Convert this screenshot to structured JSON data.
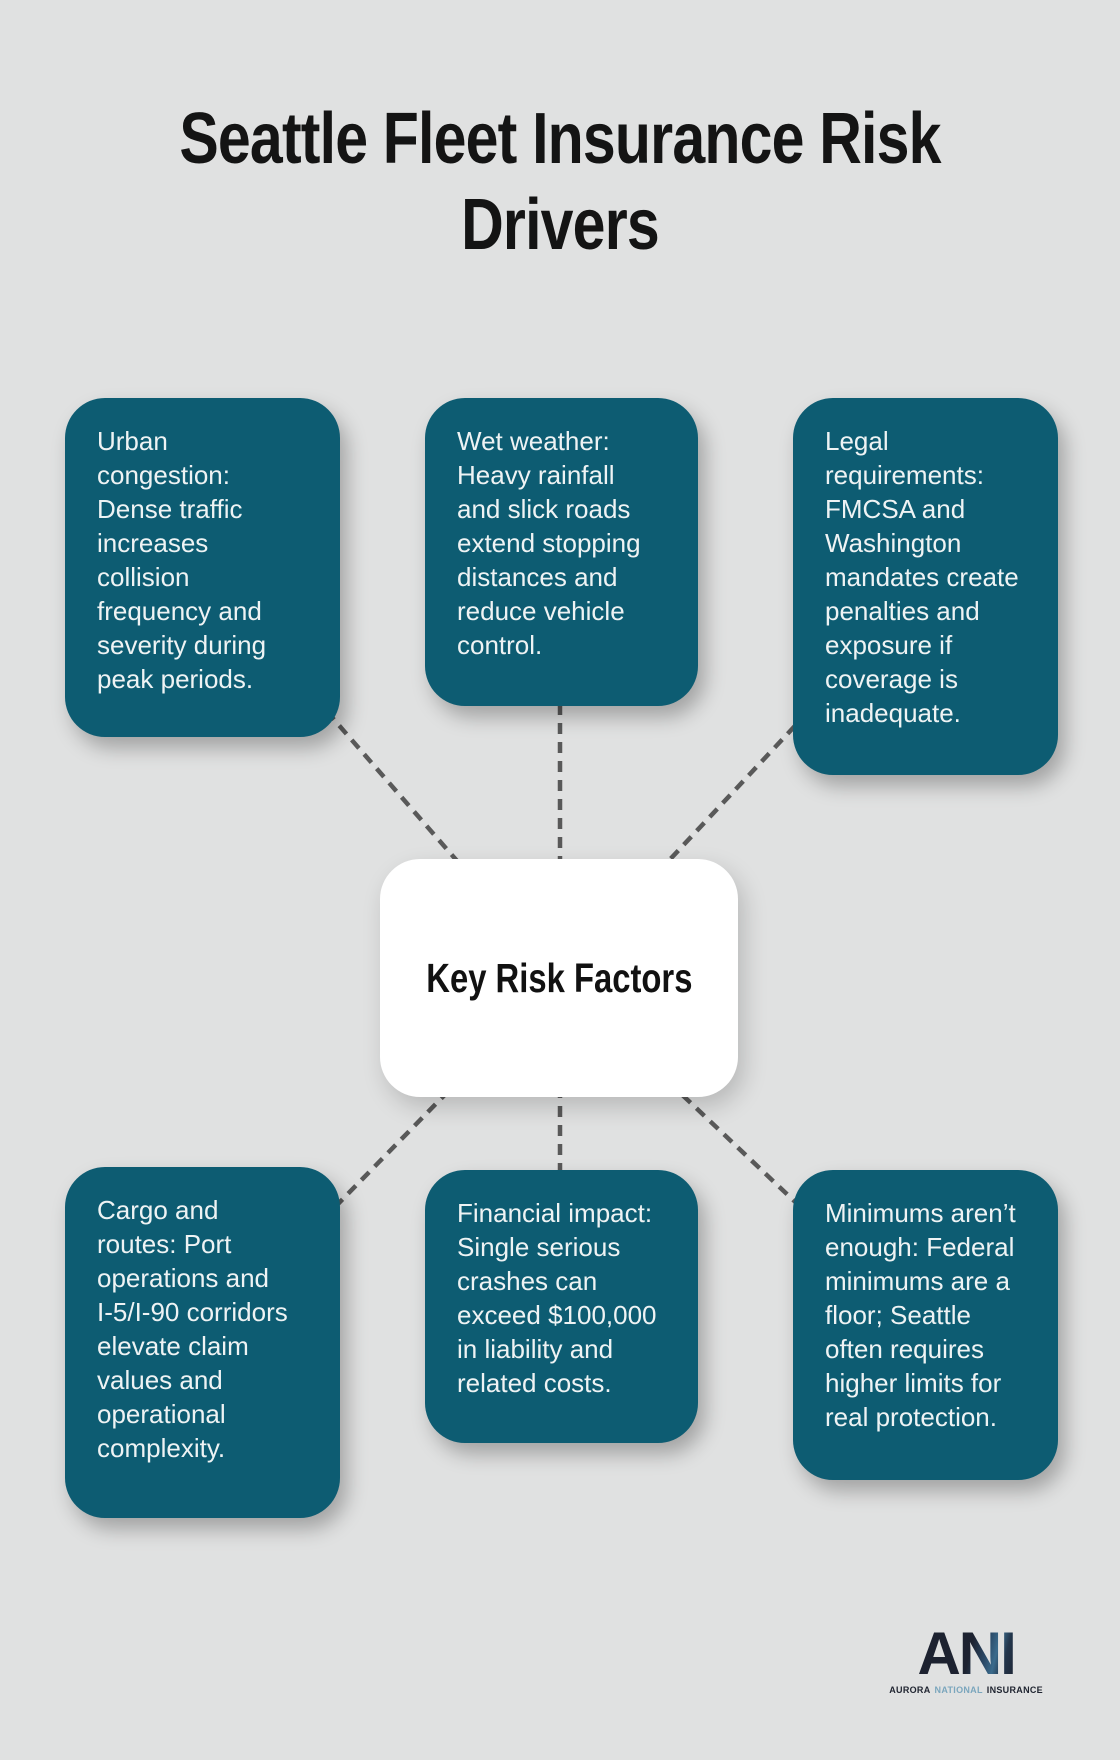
{
  "page": {
    "title": "Seattle Fleet Insurance Risk\nDrivers"
  },
  "center_node": {
    "label": "Key Risk Factors"
  },
  "factor_nodes": [
    {
      "name": "urban-congestion",
      "text": "Urban\ncongestion:\nDense traffic\nincreases\ncollision\nfrequency and\nseverity during\npeak periods."
    },
    {
      "name": "wet-weather",
      "text": "Wet weather:\nHeavy rainfall\nand slick roads\nextend stopping\ndistances and\nreduce vehicle\ncontrol."
    },
    {
      "name": "legal-requirements",
      "text": "Legal\nrequirements:\nFMCSA and\nWashington\nmandates create\npenalties and\nexposure if\ncoverage is\ninadequate."
    },
    {
      "name": "cargo-and-routes",
      "text": "Cargo and\nroutes: Port\noperations and\nI-5/I-90 corridors\nelevate claim\nvalues and\noperational\ncomplexity."
    },
    {
      "name": "financial-impact",
      "text": "Financial impact:\nSingle serious\ncrashes can\nexceed $100,000\nin liability and\nrelated costs."
    },
    {
      "name": "minimums-arent-enough",
      "text": "Minimums aren’t\nenough: Federal\nminimums are a\nfloor; Seattle\noften requires\nhigher limits for\nreal protection."
    }
  ],
  "logo": {
    "acronym": "ANI",
    "tagline": [
      "AURORA",
      "NATIONAL",
      "INSURANCE"
    ]
  },
  "colors": {
    "background": "#e0e1e1",
    "node_fill": "#0d5c72",
    "node_text": "#eef3f4",
    "center_fill": "#ffffff",
    "center_text": "#111111",
    "connector": "#595959",
    "title_text": "#141414",
    "logo_dark": "#1f2430",
    "logo_accent": "#7ba6bd"
  }
}
